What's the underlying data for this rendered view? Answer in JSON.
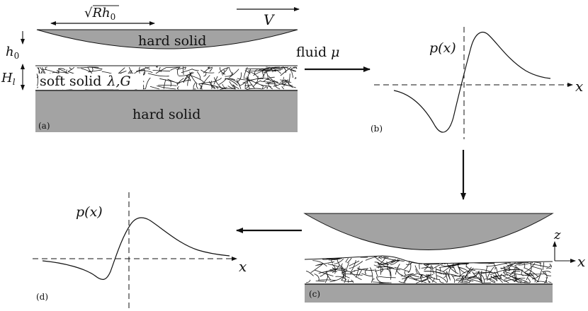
{
  "panel_a": {
    "letter": "(a)",
    "width_label": "√Rh₀",
    "width_sqrt": "√",
    "width_R": "R",
    "width_h": "h",
    "width_sub": "0",
    "velocity_label": "V",
    "top_solid_label": "hard solid",
    "gap_label_h": "h",
    "gap_label_h_sub": "0",
    "layer_label_H": "H",
    "layer_label_H_sub": "l",
    "soft_solid_label": "soft solid",
    "lame_label": "λ,",
    "shear_label": "G",
    "bottom_solid_label": "hard solid",
    "fluid_label": "fluid",
    "mu_label": "μ"
  },
  "panel_b": {
    "letter": "(b)",
    "y_label": "p(x)",
    "x_label": "x"
  },
  "panel_c": {
    "letter": "(c)",
    "z_label": "z",
    "x_label": "x"
  },
  "panel_d": {
    "letter": "(d)",
    "y_label": "p(x)",
    "x_label": "x"
  },
  "colors": {
    "solid_fill": "#a3a3a3",
    "ink": "#111111"
  }
}
